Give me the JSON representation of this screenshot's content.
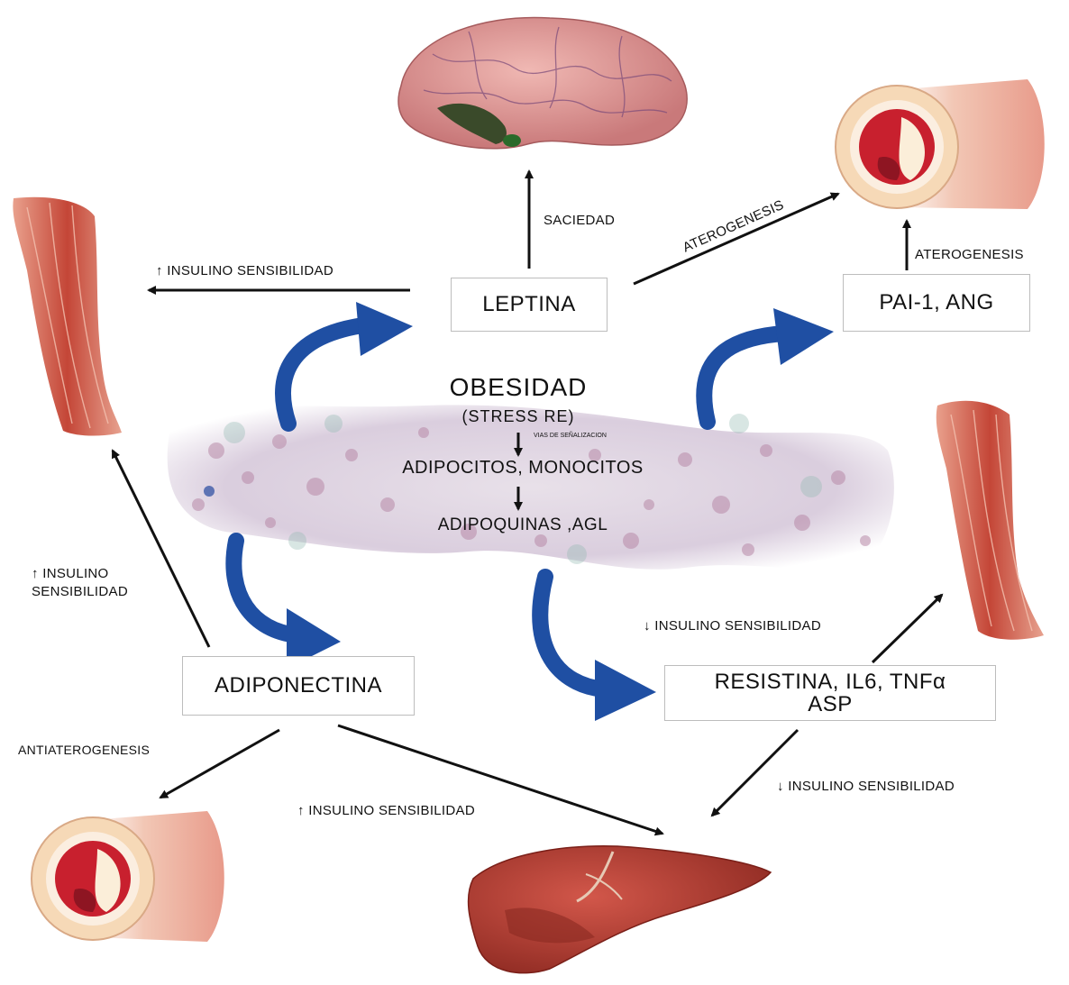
{
  "center": {
    "title": "OBESIDAD",
    "subtitle": "(STRESS RE)",
    "tiny_note": "VIAS DE SEÑALIZACION",
    "line1": "ADIPOCITOS, MONOCITOS",
    "line2": "ADIPOQUINAS ,AGL"
  },
  "boxes": {
    "leptina": "LEPTINA",
    "pai": "PAI-1,  ANG",
    "adiponectina": "ADIPONECTINA",
    "resistina_line1": "RESISTINA, IL6, TNFα",
    "resistina_line2": "ASP"
  },
  "labels": {
    "saciedad": "SACIEDAD",
    "aterogenesis_diag": "ATEROGENESIS",
    "aterogenesis_right": "ATEROGENESIS",
    "insulino_top": "INSULINO SENSIBILIDAD",
    "insulino_left_1": "INSULINO",
    "insulino_left_2": "SENSIBILIDAD",
    "insulino_resist_up": "INSULINO SENSIBILIDAD",
    "insulino_resist_down": "INSULINO SENSIBILIDAD",
    "insulino_bottom": "INSULINO SENSIBILIDAD",
    "antiaterogenesis": "ANTIATEROGENESIS",
    "up_arrow": "↑",
    "down_arrow": "↓"
  },
  "colors": {
    "blue_arrow": "#1f4fa3",
    "muscle": "#c9463a",
    "vessel_outer": "#f3d3b0",
    "vessel_inner": "#c7212f",
    "liver": "#b53b2c",
    "brain": "#d98f8f",
    "tissue": "#c9b7cf"
  },
  "icons": {
    "brain": "brain-illustration",
    "vessel": "blood-vessel-illustration",
    "muscle": "muscle-illustration",
    "liver": "liver-illustration",
    "tissue": "adipose-tissue-illustration"
  }
}
